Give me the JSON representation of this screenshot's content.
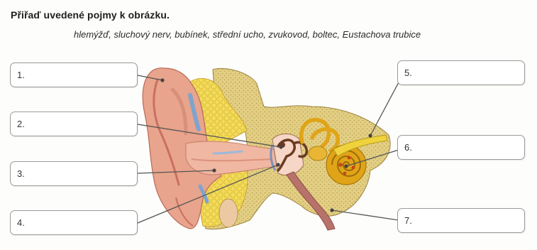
{
  "exercise": {
    "title": "Přiřaď uvedené pojmy k obrázku.",
    "terms": "hlemýžď, sluchový nerv, bubínek, střední ucho, zvukovod, boltec, Eustachova trubice"
  },
  "answer_boxes": [
    {
      "label": "1."
    },
    {
      "label": "2."
    },
    {
      "label": "3."
    },
    {
      "label": "4."
    },
    {
      "label": "5."
    },
    {
      "label": "6."
    },
    {
      "label": "7."
    }
  ],
  "colors": {
    "skin": "#e8a48c",
    "skin_dark": "#c97060",
    "bone": "#e3cf84",
    "bone_dots": "#b49a48",
    "fat": "#f3dc5a",
    "cochlea": "#e0a418",
    "ossicles": "#6a3a22",
    "nerve": "#f0d23c",
    "tube": "#b7726a",
    "vessel": "#7ea4cf",
    "leader_line": "#555555"
  }
}
